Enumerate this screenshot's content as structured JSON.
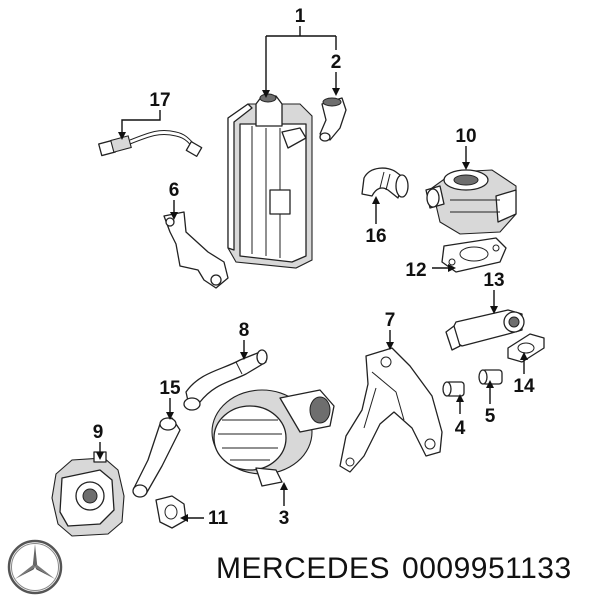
{
  "diagram": {
    "callouts": [
      {
        "id": "1",
        "label": "1"
      },
      {
        "id": "2",
        "label": "2"
      },
      {
        "id": "3",
        "label": "3"
      },
      {
        "id": "4",
        "label": "4"
      },
      {
        "id": "5",
        "label": "5"
      },
      {
        "id": "6",
        "label": "6"
      },
      {
        "id": "7",
        "label": "7"
      },
      {
        "id": "8",
        "label": "8"
      },
      {
        "id": "9",
        "label": "9"
      },
      {
        "id": "10",
        "label": "10"
      },
      {
        "id": "11",
        "label": "11"
      },
      {
        "id": "12",
        "label": "12"
      },
      {
        "id": "13",
        "label": "13"
      },
      {
        "id": "14",
        "label": "14"
      },
      {
        "id": "15",
        "label": "15"
      },
      {
        "id": "16",
        "label": "16"
      },
      {
        "id": "17",
        "label": "17"
      }
    ]
  },
  "footer": {
    "brand": "MERCEDES",
    "part_number": "0009951133",
    "logo_icon": "three-pointed-star-icon"
  }
}
